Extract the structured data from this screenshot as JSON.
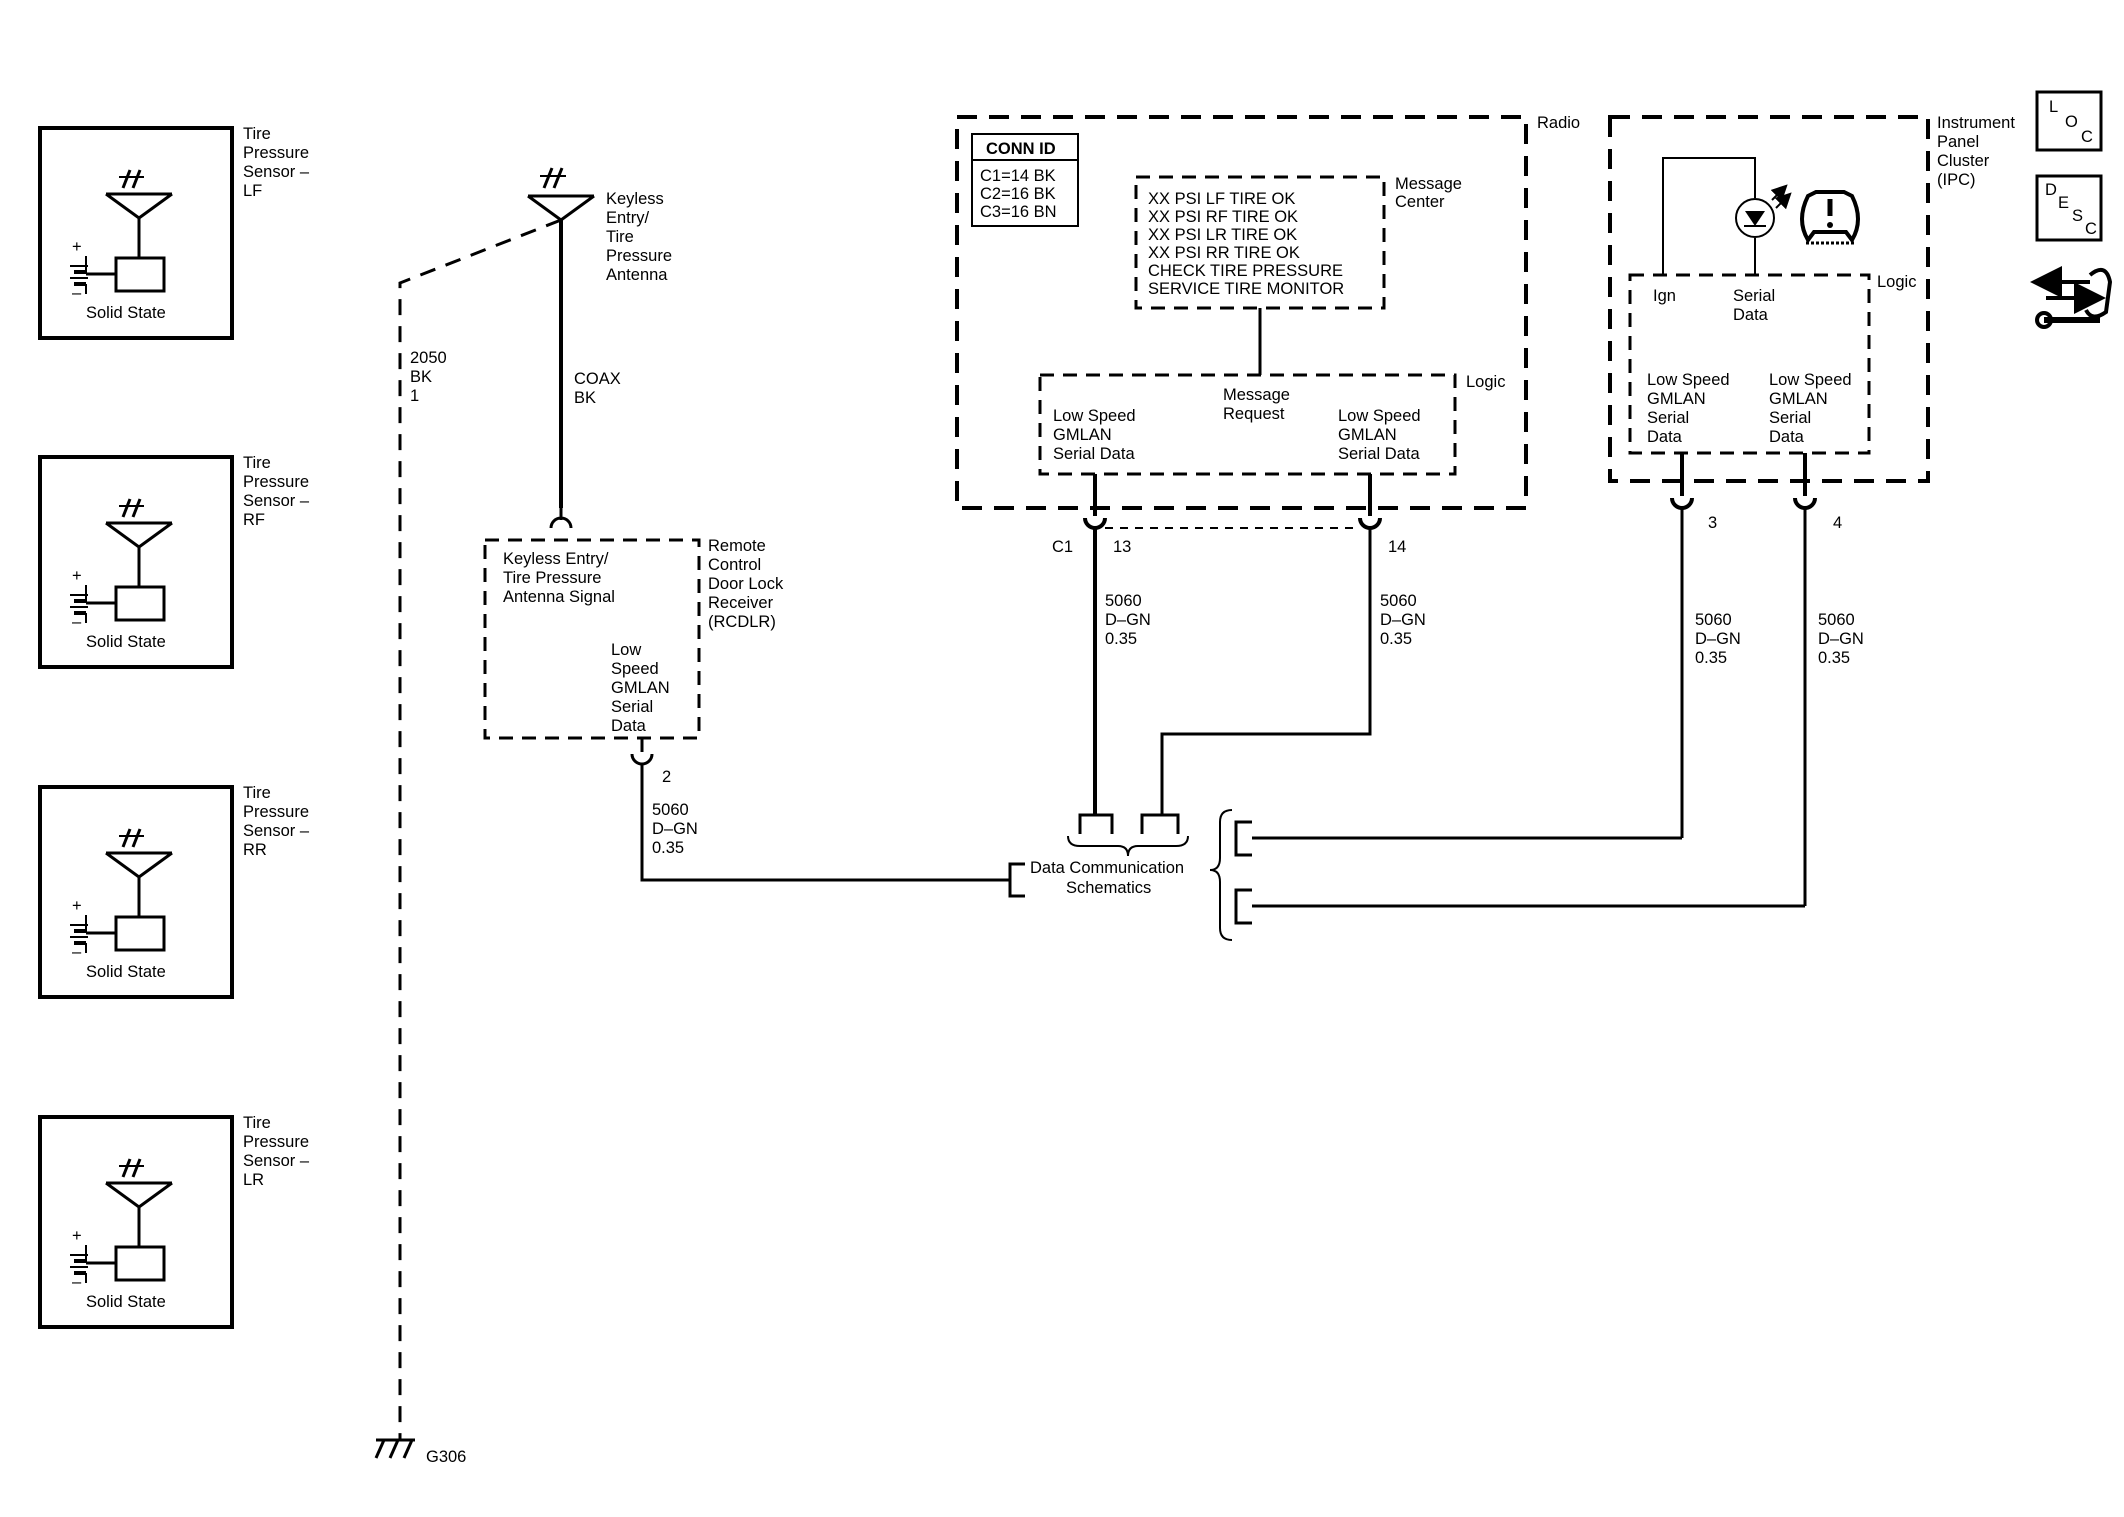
{
  "sensors": [
    {
      "title": [
        "Tire",
        "Pressure",
        "Sensor –",
        "LF"
      ],
      "state": "Solid State"
    },
    {
      "title": [
        "Tire",
        "Pressure",
        "Sensor –",
        "RF"
      ],
      "state": "Solid State"
    },
    {
      "title": [
        "Tire",
        "Pressure",
        "Sensor –",
        "RR"
      ],
      "state": "Solid State"
    },
    {
      "title": [
        "Tire",
        "Pressure",
        "Sensor –",
        "LR"
      ],
      "state": "Solid State"
    }
  ],
  "polarity": {
    "plus": "+",
    "minus": "–"
  },
  "antenna": {
    "label": [
      "Keyless",
      "Entry/",
      "Tire",
      "Pressure",
      "Antenna"
    ],
    "coax": [
      "COAX",
      "BK"
    ],
    "ground_wire": [
      "2050",
      "BK",
      "1"
    ],
    "ground": "G306"
  },
  "rcdlr": {
    "name": [
      "Remote",
      "Control",
      "Door Lock",
      "Receiver",
      "(RCDLR)"
    ],
    "signal": [
      "Keyless Entry/",
      "Tire Pressure",
      "Antenna Signal"
    ],
    "data": [
      "Low",
      "Speed",
      "GMLAN",
      "Serial",
      "Data"
    ],
    "pin": "2",
    "wire": [
      "5060",
      "D–GN",
      "0.35"
    ]
  },
  "radio": {
    "name": "Radio",
    "conn_title": "CONN ID",
    "conn_rows": [
      "C1=14 BK",
      "C2=16 BK",
      "C3=16 BN"
    ],
    "message_center_label": [
      "Message",
      "Center"
    ],
    "messages": [
      "XX PSI LF TIRE OK",
      "XX PSI RF TIRE OK",
      "XX PSI LR TIRE OK",
      "XX PSI RR TIRE OK",
      "CHECK TIRE PRESSURE",
      "SERVICE TIRE MONITOR"
    ],
    "logic": "Logic",
    "message_request": [
      "Message",
      "Request"
    ],
    "data_left": [
      "Low Speed",
      "GMLAN",
      "Serial Data"
    ],
    "data_right": [
      "Low Speed",
      "GMLAN",
      "Serial Data"
    ],
    "connector": "C1",
    "pin_left": "13",
    "pin_right": "14",
    "wire_left": [
      "5060",
      "D–GN",
      "0.35"
    ],
    "wire_right": [
      "5060",
      "D–GN",
      "0.35"
    ]
  },
  "ipc": {
    "name": [
      "Instrument",
      "Panel",
      "Cluster",
      "(IPC)"
    ],
    "logic": "Logic",
    "ign": "Ign",
    "serial": [
      "Serial",
      "Data"
    ],
    "data_left": [
      "Low Speed",
      "GMLAN",
      "Serial",
      "Data"
    ],
    "data_right": [
      "Low Speed",
      "GMLAN",
      "Serial",
      "Data"
    ],
    "pin_left": "3",
    "pin_right": "4",
    "wire_left": [
      "5060",
      "D–GN",
      "0.35"
    ],
    "wire_right": [
      "5060",
      "D–GN",
      "0.35"
    ],
    "indicator": "tire-pressure-warning-icon"
  },
  "dcs": {
    "label": [
      "Data Communication",
      "Schematics"
    ]
  },
  "side_icons": {
    "loc": [
      "L",
      "O",
      "C"
    ],
    "desc": [
      "D",
      "E",
      "S",
      "C"
    ],
    "diagnostic": "diagnostic-tool-icon"
  },
  "colors": {
    "ink": "#000000",
    "paper": "#ffffff"
  }
}
